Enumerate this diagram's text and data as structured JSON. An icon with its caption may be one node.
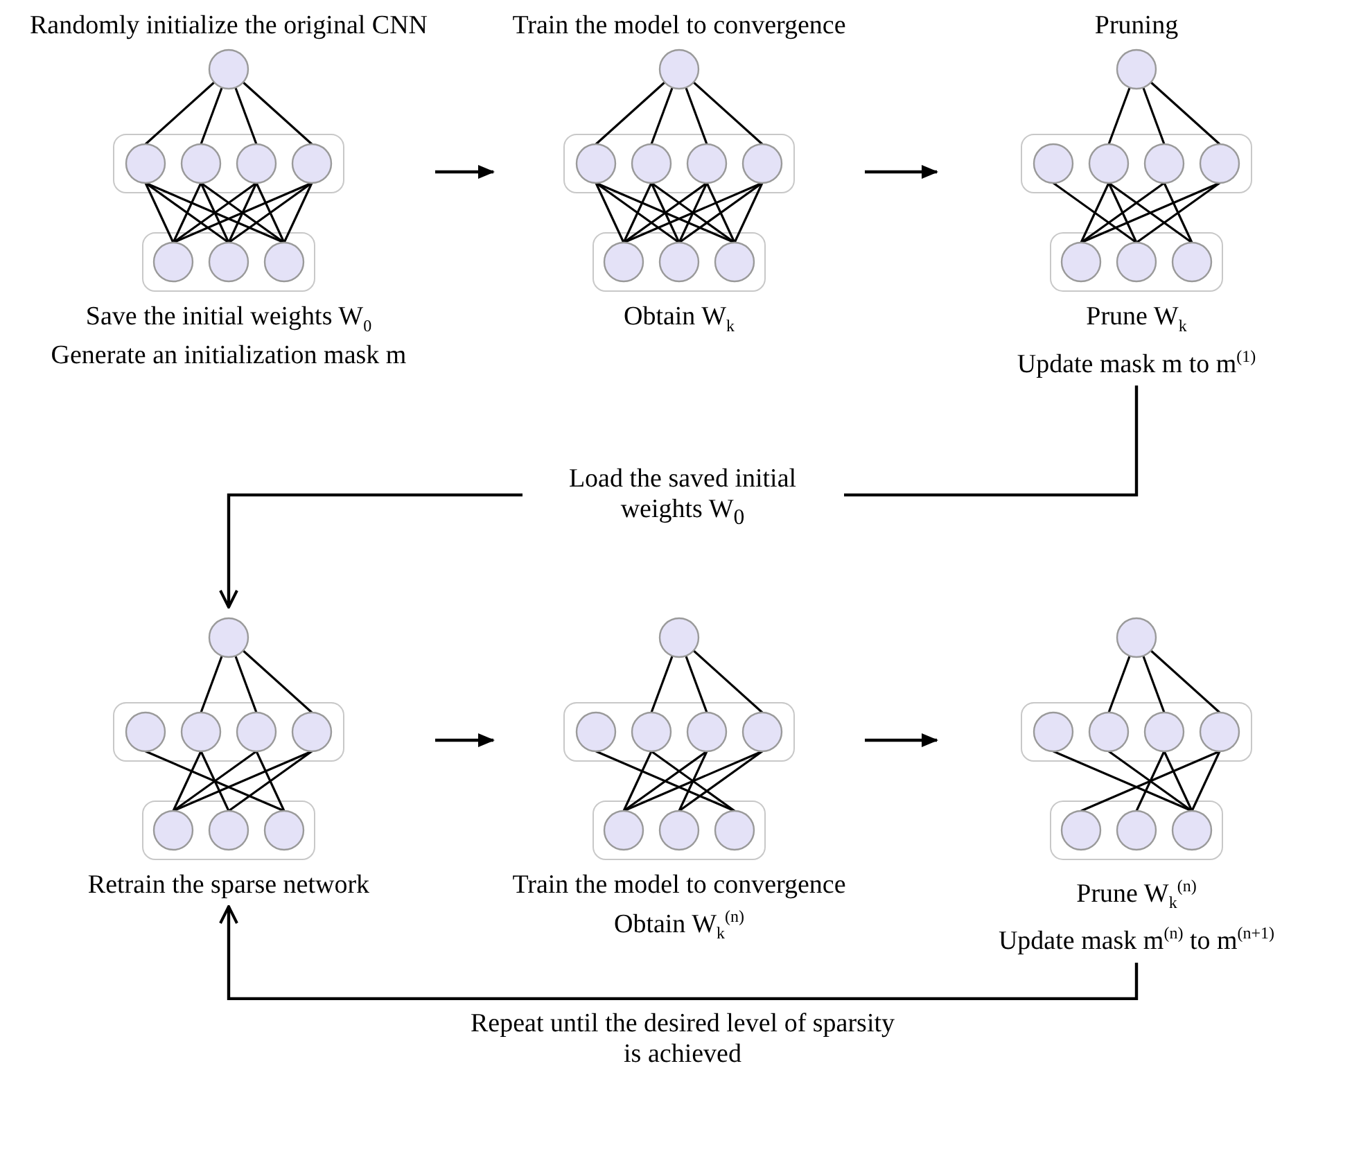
{
  "diagram": {
    "nodes": [
      {
        "text": [
          "Randomly initialize the original CNN",
          "Save the initial weights W$_{0}$",
          "Generate an initialization mask m"
        ]
      },
      {
        "text": [
          "Train the model to convergence",
          "Obtain W$_{k}$"
        ]
      },
      {
        "text": [
          "Pruning",
          "Prune W$_{k}$",
          "Update mask m to m$^{(1)}$"
        ]
      },
      {
        "text": [
          "Retrain the sparse network"
        ]
      },
      {
        "text": [
          "Train the model to convergence",
          "Obtain W$_{k}$$^{(n)}$"
        ]
      },
      {
        "text": [
          "Prune W$_{k}$$^{(n)}$",
          "Update mask m$^{(n)}$ to m$^{(n+1)}$"
        ]
      }
    ],
    "edges": [
      {
        "from": 0,
        "to": 1,
        "arrow": "to"
      },
      {
        "from": 1,
        "to": 2,
        "arrow": "to"
      },
      {
        "from": 2,
        "to": 3,
        "arrow": "to",
        "label": "Load the saved initial weights W$_{0}$"
      },
      {
        "from": 3,
        "to": 4,
        "arrow": "to"
      },
      {
        "from": 4,
        "to": 5,
        "arrow": "to"
      },
      {
        "from": 5,
        "to": 3,
        "arrow": "to",
        "label": "Repeat until the desired level of sparsity is achieved"
      }
    ]
  }
}
